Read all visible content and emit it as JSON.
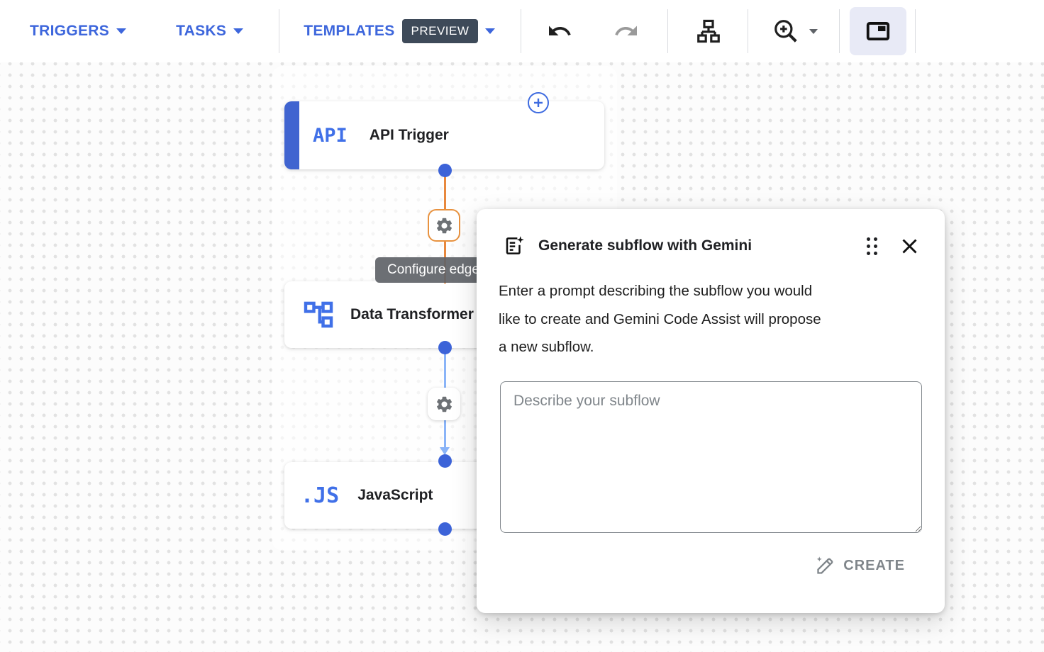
{
  "toolbar": {
    "triggers_label": "TRIGGERS",
    "tasks_label": "TASKS",
    "templates_label": "TEMPLATES",
    "preview_badge": "PREVIEW",
    "icons": [
      "undo-icon",
      "redo-icon",
      "schema-layout-icon",
      "zoom-in-icon",
      "side-panel-icon"
    ],
    "accent_color": "#3d66dc",
    "preview_badge_color": "#3e4a59",
    "panel_button_highlight": "#e8eaf6"
  },
  "canvas": {
    "nodes": [
      {
        "id": "api-trigger",
        "icon": "API",
        "label": "API Trigger"
      },
      {
        "id": "data-transformer",
        "icon": "data-mapping-icon",
        "label": "Data Transformer"
      },
      {
        "id": "javascript",
        "icon": ".JS",
        "label": "JavaScript"
      }
    ],
    "tooltip": "Configure edge",
    "edge_configure_icon": "gear-icon",
    "colors": {
      "node_accent_blue": "#4064d0",
      "port_blue": "#3c63d8",
      "edge_selected_orange": "#e8883d",
      "edge_blue": "#8ab4f8"
    }
  },
  "dialog": {
    "title": "Generate subflow with Gemini",
    "description": "Enter a prompt describing the subflow you would like to create and Gemini Code Assist will propose a new subflow.",
    "description_lines": [
      "Enter a prompt describing the subflow you would",
      "like to create and Gemini Code Assist will propose",
      "a new subflow."
    ],
    "textarea_placeholder": "Describe your subflow",
    "create_label": "CREATE"
  }
}
